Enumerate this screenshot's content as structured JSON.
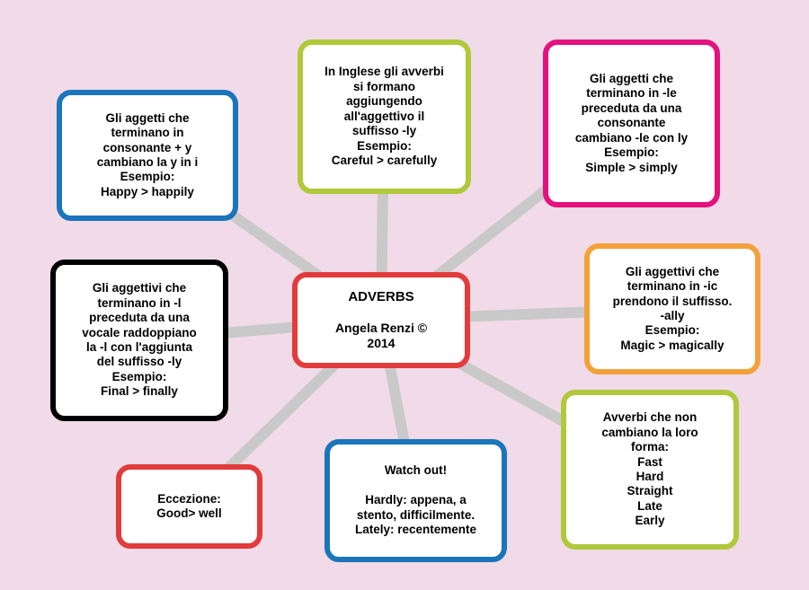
{
  "page": {
    "background_color": "#f1dbe8",
    "connector_color": "#c9c9ca"
  },
  "center_node": {
    "title": "ADVERBS",
    "author": "Angela Renzi ©\n2014",
    "border_color": "#e23b3c"
  },
  "nodes": [
    {
      "name": "rule-consonant-y",
      "border_color": "#1b75bb",
      "text": "Gli aggetti che\nterminano in\nconsonante + y\ncambiano la y in i\nEsempio:\nHappy > happily"
    },
    {
      "name": "rule-general-ly",
      "border_color": "#b0c93a",
      "text": "In Inglese gli avverbi\nsi formano\naggiungendo\nall'aggettivo il\nsuffisso -ly\nEsempio:\nCareful > carefully"
    },
    {
      "name": "rule-le-consonant",
      "border_color": "#e3127f",
      "text": "Gli aggetti che\nterminano in -le\npreceduta da una\nconsonante\ncambiano -le con ly\nEsempio:\nSimple > simply"
    },
    {
      "name": "rule-ic-ally",
      "border_color": "#f4a13b",
      "text": "Gli aggettivi che\nterminano in -ic\nprendono il suffisso.\n-ally\nEsempio:\nMagic > magically"
    },
    {
      "name": "rule-no-change",
      "border_color": "#b0c93a",
      "text": "Avverbi che non\ncambiano la loro\nforma:\nFast\nHard\nStraight\nLate\nEarly"
    },
    {
      "name": "watch-out",
      "border_color": "#1b75bb",
      "text": "Watch out!\n\nHardly: appena, a\nstento, difficilmente.\nLately: recentemente"
    },
    {
      "name": "exception-good-well",
      "border_color": "#e23b3c",
      "text": "Eccezione:\nGood> well"
    },
    {
      "name": "rule-l-vowel",
      "border_color": "#000000",
      "text": "Gli aggettivi che\nterminano in -l\npreceduta da una\nvocale raddoppiano\nla -l con l'aggiunta\ndel suffisso -ly\nEsempio:\nFinal > finally"
    }
  ]
}
